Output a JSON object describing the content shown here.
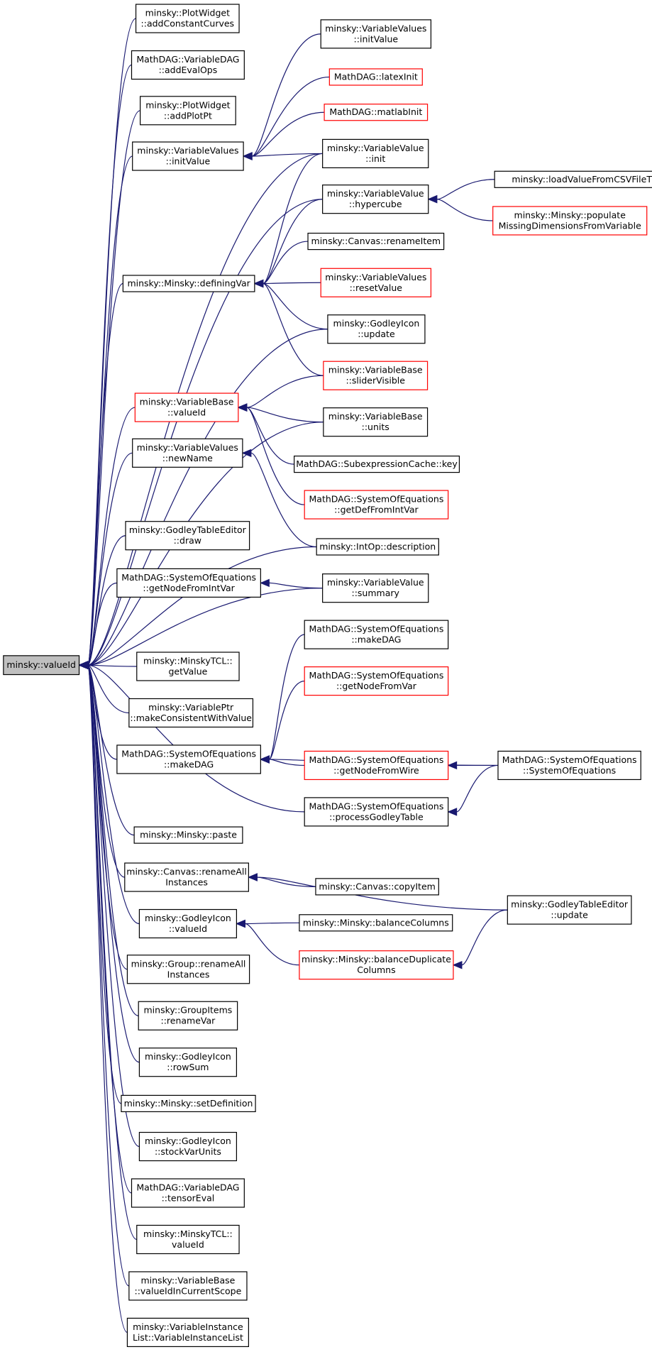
{
  "diagram": {
    "nodes": [
      {
        "id": "root",
        "lines": [
          "minsky::valueId"
        ],
        "style": "root"
      },
      {
        "id": "pw_acc",
        "lines": [
          "minsky::PlotWidget",
          "::addConstantCurves"
        ],
        "style": "black"
      },
      {
        "id": "vdag_aeo",
        "lines": [
          "MathDAG::VariableDAG",
          "::addEvalOps"
        ],
        "style": "black"
      },
      {
        "id": "pw_app",
        "lines": [
          "minsky::PlotWidget",
          "::addPlotPt"
        ],
        "style": "black"
      },
      {
        "id": "vvs_iv1",
        "lines": [
          "minsky::VariableValues",
          "::initValue"
        ],
        "style": "black"
      },
      {
        "id": "vvs_iv2",
        "lines": [
          "minsky::VariableValues",
          "::initValue"
        ],
        "style": "black"
      },
      {
        "id": "latex",
        "lines": [
          "MathDAG::latexInit"
        ],
        "style": "red"
      },
      {
        "id": "matlab",
        "lines": [
          "MathDAG::matlabInit"
        ],
        "style": "red"
      },
      {
        "id": "vv_init",
        "lines": [
          "minsky::VariableValue",
          "::init"
        ],
        "style": "black"
      },
      {
        "id": "vv_hyper",
        "lines": [
          "minsky::VariableValue",
          "::hypercube"
        ],
        "style": "black"
      },
      {
        "id": "load_csv",
        "lines": [
          "minsky::loadValueFromCSVFileT"
        ],
        "style": "black"
      },
      {
        "id": "populate",
        "lines": [
          "minsky::Minsky::populate",
          "MissingDimensionsFromVariable"
        ],
        "style": "red"
      },
      {
        "id": "canvas_ri",
        "lines": [
          "minsky::Canvas::renameItem"
        ],
        "style": "black"
      },
      {
        "id": "defvar",
        "lines": [
          "minsky::Minsky::definingVar"
        ],
        "style": "black"
      },
      {
        "id": "vvs_reset",
        "lines": [
          "minsky::VariableValues",
          "::resetValue"
        ],
        "style": "red"
      },
      {
        "id": "gi_update",
        "lines": [
          "minsky::GodleyIcon",
          "::update"
        ],
        "style": "black"
      },
      {
        "id": "vb_slider",
        "lines": [
          "minsky::VariableBase",
          "::sliderVisible"
        ],
        "style": "red"
      },
      {
        "id": "vb_valueid",
        "lines": [
          "minsky::VariableBase",
          "::valueId"
        ],
        "style": "red"
      },
      {
        "id": "vb_units",
        "lines": [
          "minsky::VariableBase",
          "::units"
        ],
        "style": "black"
      },
      {
        "id": "sec_key",
        "lines": [
          "MathDAG::SubexpressionCache::key"
        ],
        "style": "black"
      },
      {
        "id": "vvs_newname",
        "lines": [
          "minsky::VariableValues",
          "::newName"
        ],
        "style": "black"
      },
      {
        "id": "soe_getdef",
        "lines": [
          "MathDAG::SystemOfEquations",
          "::getDefFromIntVar"
        ],
        "style": "red"
      },
      {
        "id": "gte_draw",
        "lines": [
          "minsky::GodleyTableEditor",
          "::draw"
        ],
        "style": "black"
      },
      {
        "id": "intop_desc",
        "lines": [
          "minsky::IntOp::description"
        ],
        "style": "black"
      },
      {
        "id": "soe_gnfiv",
        "lines": [
          "MathDAG::SystemOfEquations",
          "::getNodeFromIntVar"
        ],
        "style": "black"
      },
      {
        "id": "vv_summary",
        "lines": [
          "minsky::VariableValue",
          "::summary"
        ],
        "style": "black"
      },
      {
        "id": "soe_makedag2",
        "lines": [
          "MathDAG::SystemOfEquations",
          "::makeDAG"
        ],
        "style": "black"
      },
      {
        "id": "tcl_getvalue",
        "lines": [
          "minsky::MinskyTCL::",
          "getValue"
        ],
        "style": "black"
      },
      {
        "id": "soe_gnfvar",
        "lines": [
          "MathDAG::SystemOfEquations",
          "::getNodeFromVar"
        ],
        "style": "red"
      },
      {
        "id": "vp_mcwv",
        "lines": [
          "minsky::VariablePtr",
          "::makeConsistentWithValue"
        ],
        "style": "black"
      },
      {
        "id": "soe_makedag",
        "lines": [
          "MathDAG::SystemOfEquations",
          "::makeDAG"
        ],
        "style": "black"
      },
      {
        "id": "soe_gnfwire",
        "lines": [
          "MathDAG::SystemOfEquations",
          "::getNodeFromWire"
        ],
        "style": "red"
      },
      {
        "id": "soe_soe",
        "lines": [
          "MathDAG::SystemOfEquations",
          "::SystemOfEquations"
        ],
        "style": "black"
      },
      {
        "id": "soe_pgt",
        "lines": [
          "MathDAG::SystemOfEquations",
          "::processGodleyTable"
        ],
        "style": "black"
      },
      {
        "id": "m_paste",
        "lines": [
          "minsky::Minsky::paste"
        ],
        "style": "black"
      },
      {
        "id": "c_rai",
        "lines": [
          "minsky::Canvas::renameAll",
          "Instances"
        ],
        "style": "black"
      },
      {
        "id": "c_copy",
        "lines": [
          "minsky::Canvas::copyItem"
        ],
        "style": "black"
      },
      {
        "id": "gte_update",
        "lines": [
          "minsky::GodleyTableEditor",
          "::update"
        ],
        "style": "black"
      },
      {
        "id": "gi_valueid",
        "lines": [
          "minsky::GodleyIcon",
          "::valueId"
        ],
        "style": "black"
      },
      {
        "id": "m_balcol",
        "lines": [
          "minsky::Minsky::balanceColumns"
        ],
        "style": "black"
      },
      {
        "id": "m_baldup",
        "lines": [
          "minsky::Minsky::balanceDuplicate",
          "Columns"
        ],
        "style": "red"
      },
      {
        "id": "g_rai",
        "lines": [
          "minsky::Group::renameAll",
          "Instances"
        ],
        "style": "black"
      },
      {
        "id": "gitems_rv",
        "lines": [
          "minsky::GroupItems",
          "::renameVar"
        ],
        "style": "black"
      },
      {
        "id": "gi_rowsum",
        "lines": [
          "minsky::GodleyIcon",
          "::rowSum"
        ],
        "style": "black"
      },
      {
        "id": "m_setdef",
        "lines": [
          "minsky::Minsky::setDefinition"
        ],
        "style": "black"
      },
      {
        "id": "gi_svu",
        "lines": [
          "minsky::GodleyIcon",
          "::stockVarUnits"
        ],
        "style": "black"
      },
      {
        "id": "vdag_te",
        "lines": [
          "MathDAG::VariableDAG",
          "::tensorEval"
        ],
        "style": "black"
      },
      {
        "id": "tcl_valueid",
        "lines": [
          "minsky::MinskyTCL::",
          "valueId"
        ],
        "style": "black"
      },
      {
        "id": "vb_vicur",
        "lines": [
          "minsky::VariableBase",
          "::valueIdInCurrentScope"
        ],
        "style": "black"
      },
      {
        "id": "vil_vil",
        "lines": [
          "minsky::VariableInstance",
          "List::VariableInstanceList"
        ],
        "style": "black"
      }
    ],
    "edges": [
      [
        "root",
        "pw_acc"
      ],
      [
        "root",
        "vdag_aeo"
      ],
      [
        "root",
        "pw_app"
      ],
      [
        "root",
        "vvs_iv2"
      ],
      [
        "root",
        "vv_init"
      ],
      [
        "root",
        "vv_hyper"
      ],
      [
        "root",
        "defvar"
      ],
      [
        "root",
        "gi_update"
      ],
      [
        "root",
        "vb_units"
      ],
      [
        "root",
        "vb_valueid"
      ],
      [
        "root",
        "vvs_newname"
      ],
      [
        "root",
        "intop_desc"
      ],
      [
        "root",
        "gte_draw"
      ],
      [
        "root",
        "soe_gnfiv"
      ],
      [
        "root",
        "vv_summary"
      ],
      [
        "root",
        "tcl_getvalue"
      ],
      [
        "root",
        "vp_mcwv"
      ],
      [
        "root",
        "soe_makedag"
      ],
      [
        "root",
        "soe_pgt"
      ],
      [
        "root",
        "m_paste"
      ],
      [
        "root",
        "c_rai"
      ],
      [
        "root",
        "gi_valueid"
      ],
      [
        "root",
        "g_rai"
      ],
      [
        "root",
        "gitems_rv"
      ],
      [
        "root",
        "gi_rowsum"
      ],
      [
        "root",
        "m_setdef"
      ],
      [
        "root",
        "gi_svu"
      ],
      [
        "root",
        "vdag_te"
      ],
      [
        "root",
        "tcl_valueid"
      ],
      [
        "root",
        "vb_vicur"
      ],
      [
        "root",
        "vil_vil"
      ],
      [
        "vvs_iv2",
        "vvs_iv1"
      ],
      [
        "vvs_iv2",
        "latex"
      ],
      [
        "vvs_iv2",
        "matlab"
      ],
      [
        "vvs_iv2",
        "vv_init"
      ],
      [
        "vv_hyper",
        "load_csv"
      ],
      [
        "vv_hyper",
        "populate"
      ],
      [
        "defvar",
        "vv_init"
      ],
      [
        "defvar",
        "vv_hyper"
      ],
      [
        "defvar",
        "canvas_ri"
      ],
      [
        "defvar",
        "vvs_reset"
      ],
      [
        "defvar",
        "gi_update"
      ],
      [
        "defvar",
        "vb_slider"
      ],
      [
        "vb_valueid",
        "vb_slider"
      ],
      [
        "vb_valueid",
        "vb_units"
      ],
      [
        "vb_valueid",
        "sec_key"
      ],
      [
        "vb_valueid",
        "soe_getdef"
      ],
      [
        "vvs_newname",
        "intop_desc"
      ],
      [
        "soe_gnfiv",
        "vv_summary"
      ],
      [
        "soe_makedag",
        "soe_makedag2"
      ],
      [
        "soe_makedag",
        "soe_gnfvar"
      ],
      [
        "soe_makedag",
        "soe_gnfwire"
      ],
      [
        "soe_makedag",
        "soe_soe"
      ],
      [
        "soe_gnfwire",
        "soe_soe"
      ],
      [
        "soe_pgt",
        "soe_soe"
      ],
      [
        "c_rai",
        "c_copy"
      ],
      [
        "c_rai",
        "gte_update"
      ],
      [
        "gi_valueid",
        "m_balcol"
      ],
      [
        "gi_valueid",
        "m_baldup"
      ],
      [
        "m_baldup",
        "gte_update"
      ]
    ]
  }
}
